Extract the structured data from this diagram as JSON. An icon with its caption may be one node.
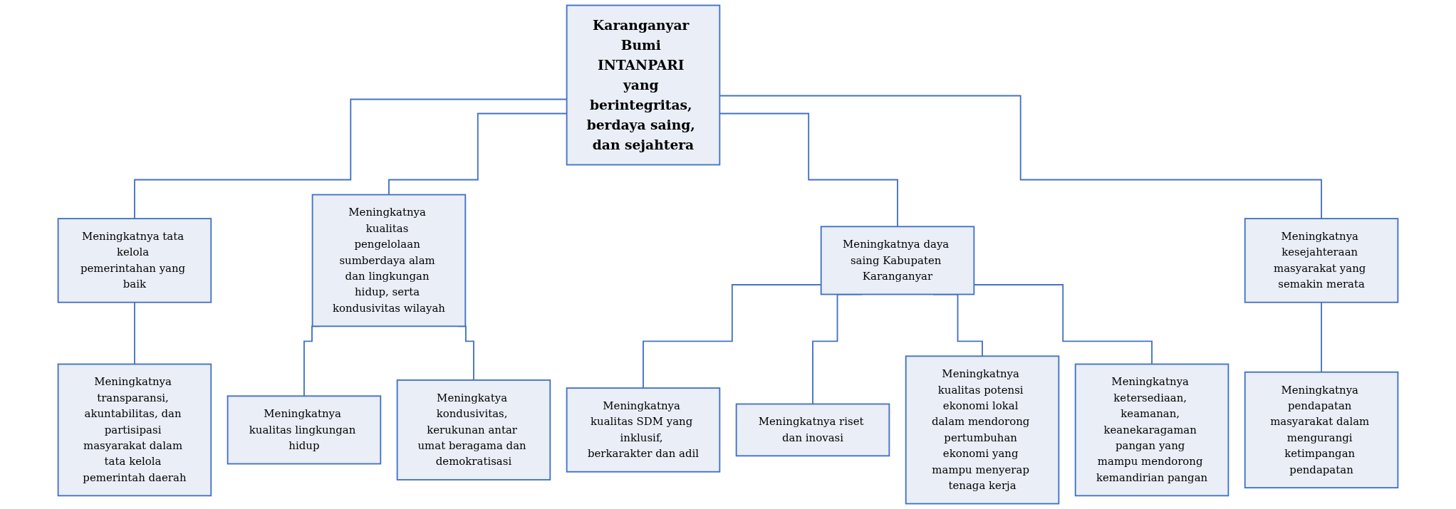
{
  "diagram": {
    "nodes": [
      {
        "text": [
          "Karanganyar Bumi INTANPARI yang berintegritas, berdaya saing, dan sejahtera"
        ]
      },
      {
        "text": [
          "Meningkatnya tata kelola pemerintahan yang baik"
        ]
      },
      {
        "text": [
          "Meningkatnya kualitas pengelolaan sumberdaya alam dan lingkungan hidup, serta kondusivitas wilayah"
        ]
      },
      {
        "text": [
          "Meningkatnya daya saing Kabupaten Karanganyar"
        ]
      },
      {
        "text": [
          "Meningkatnya kesejahteraan masyarakat yang semakin merata"
        ]
      },
      {
        "text": [
          "Meningkatnya transparansi, akuntabilitas, dan partisipasi masyarakat dalam tata kelola pemerintah daerah"
        ]
      },
      {
        "text": [
          "Meningkatnya kualitas lingkungan hidup"
        ]
      },
      {
        "text": [
          "Meningkatya kondusivitas, kerukunan antar umat beragama dan demokratisasi"
        ]
      },
      {
        "text": [
          "Meningkatnya kualitas SDM yang inklusif, berkarakter dan adil"
        ]
      },
      {
        "text": [
          "Meningkatnya riset dan inovasi"
        ]
      },
      {
        "text": [
          "Meningkatnya kualitas potensi ekonomi lokal dalam mendorong pertumbuhan ekonomi yang mampu menyerap tenaga kerja"
        ]
      },
      {
        "text": [
          "Meningkatnya ketersediaan, keamanan, keanekaragaman pangan yang mampu mendorong kemandirian pangan"
        ]
      },
      {
        "text": [
          "Meningkatnya pendapatan masyarakat dalam mengurangi ketimpangan pendapatan"
        ]
      }
    ],
    "edges": [
      {
        "from": 0,
        "to": 1,
        "arrow": "none"
      },
      {
        "from": 0,
        "to": 2,
        "arrow": "none"
      },
      {
        "from": 0,
        "to": 3,
        "arrow": "none"
      },
      {
        "from": 0,
        "to": 4,
        "arrow": "none"
      },
      {
        "from": 1,
        "to": 5,
        "arrow": "none"
      },
      {
        "from": 2,
        "to": 6,
        "arrow": "none"
      },
      {
        "from": 2,
        "to": 7,
        "arrow": "none"
      },
      {
        "from": 3,
        "to": 8,
        "arrow": "none"
      },
      {
        "from": 3,
        "to": 9,
        "arrow": "none"
      },
      {
        "from": 3,
        "to": 10,
        "arrow": "none"
      },
      {
        "from": 3,
        "to": 11,
        "arrow": "none"
      },
      {
        "from": 4,
        "to": 12,
        "arrow": "none"
      }
    ]
  }
}
